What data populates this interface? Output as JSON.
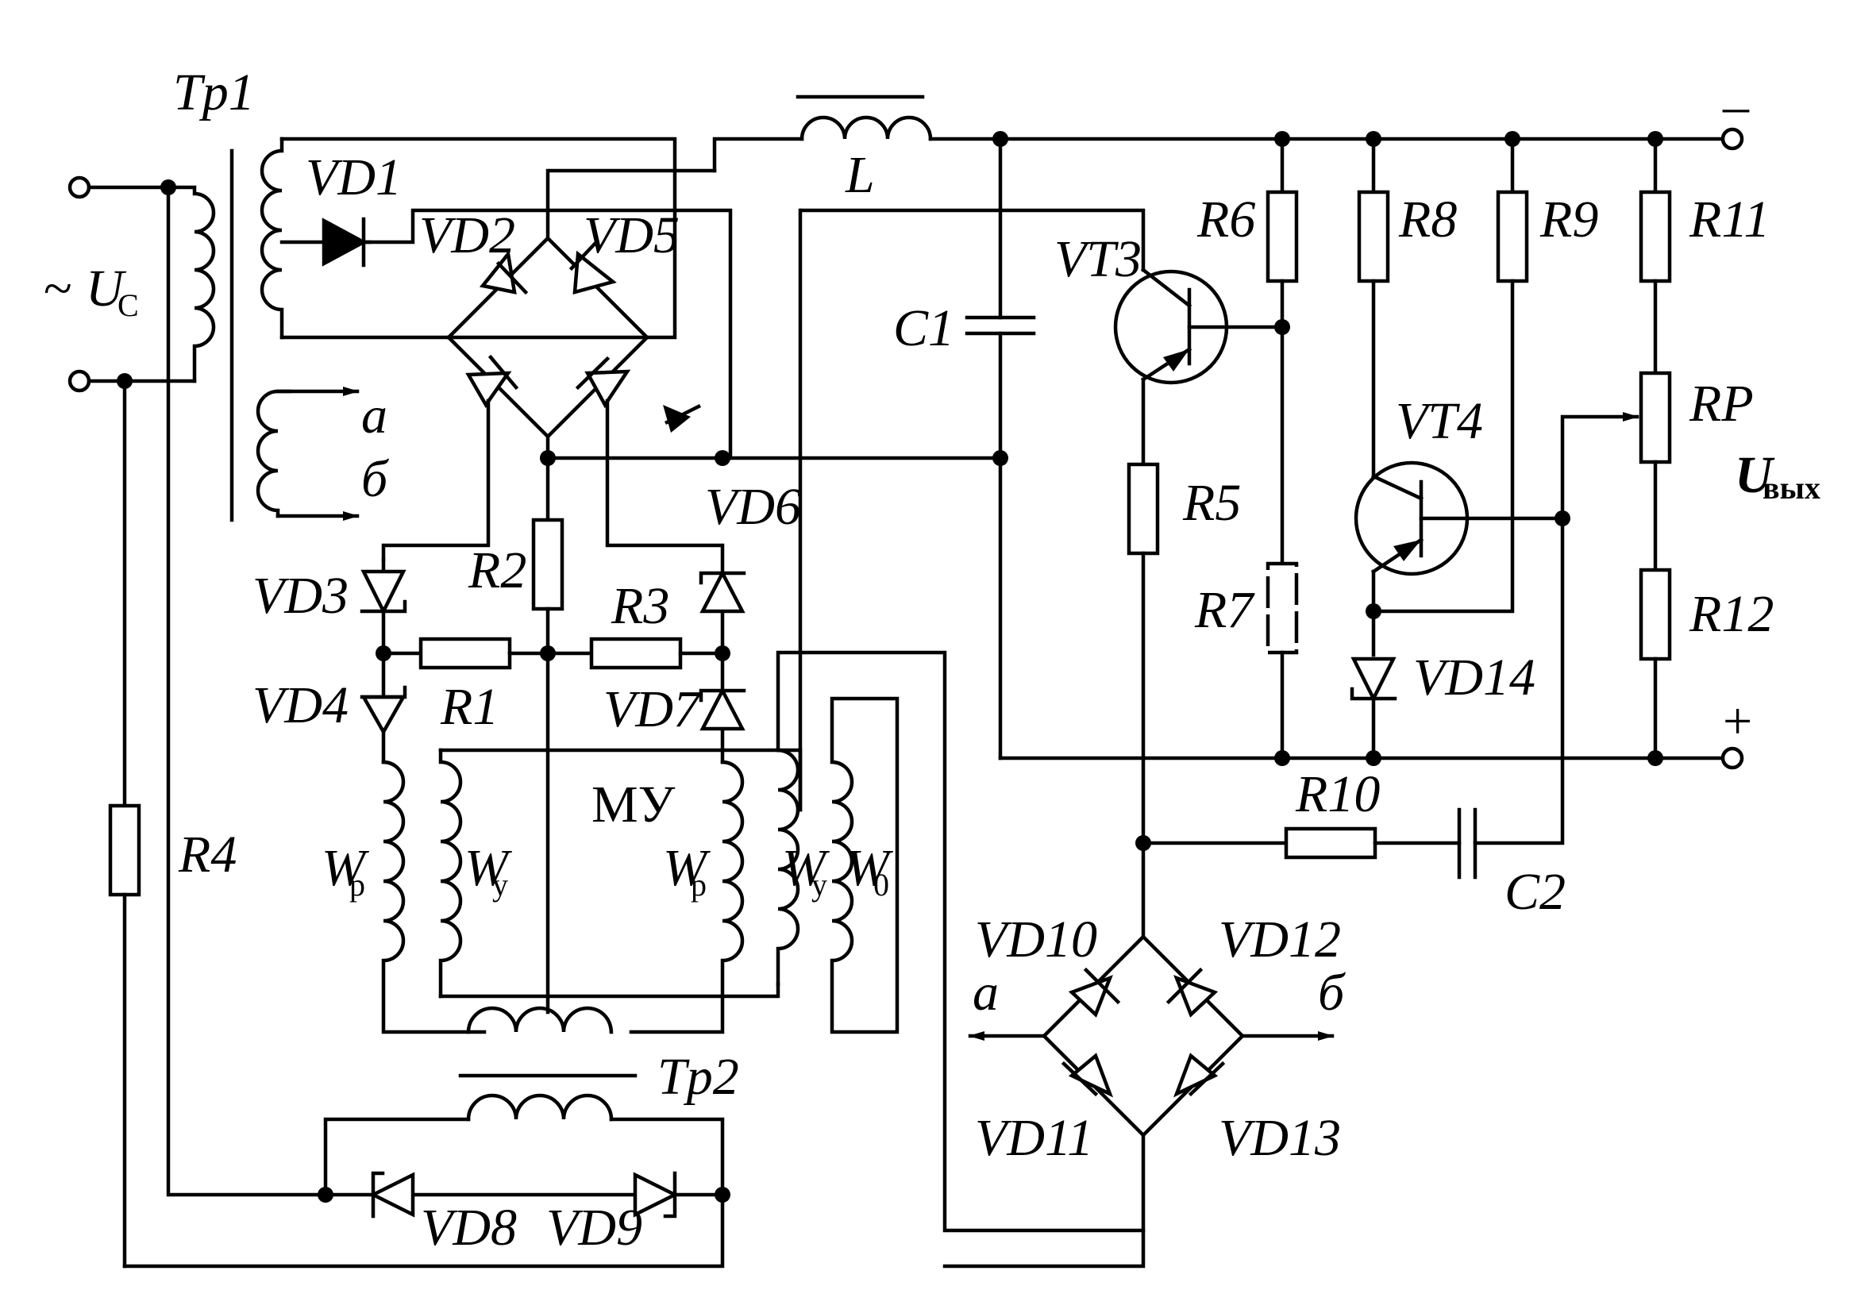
{
  "labels": {
    "tr1": "Tp1",
    "source_tilde": "~",
    "source_u": "U",
    "source_sub": "C",
    "vd1": "VD1",
    "vd2": "VD2",
    "vd5": "VD5",
    "tap_a": "а",
    "tap_b": "б",
    "vd6": "VD6",
    "vd3": "VD3",
    "vd4": "VD4",
    "vd7": "VD7",
    "r1": "R1",
    "r2": "R2",
    "r3": "R3",
    "r4": "R4",
    "mu": "МУ",
    "wp_left": "W",
    "wp_left_sub": "р",
    "wy_left": "W",
    "wy_left_sub": "у",
    "wp_right": "W",
    "wp_right_sub": "р",
    "wy_right": "W",
    "wy_right_sub": "у",
    "w0": "W",
    "w0_sub": "0",
    "tr2": "Tp2",
    "vd8": "VD8",
    "vd9": "VD9",
    "inductor": "L",
    "c1": "C1",
    "vt3": "VT3",
    "r5": "R5",
    "r6": "R6",
    "r7": "R7",
    "r8": "R8",
    "r9": "R9",
    "vt4": "VT4",
    "vd14": "VD14",
    "r10": "R10",
    "c2": "C2",
    "r11": "R11",
    "rp": "RP",
    "r12": "R12",
    "uout": "U",
    "uout_sub": "вых",
    "minus": "–",
    "plus": "+",
    "vd10": "VD10",
    "vd11": "VD11",
    "vd12": "VD12",
    "vd13": "VD13",
    "bridge_a": "а",
    "bridge_b": "б"
  }
}
